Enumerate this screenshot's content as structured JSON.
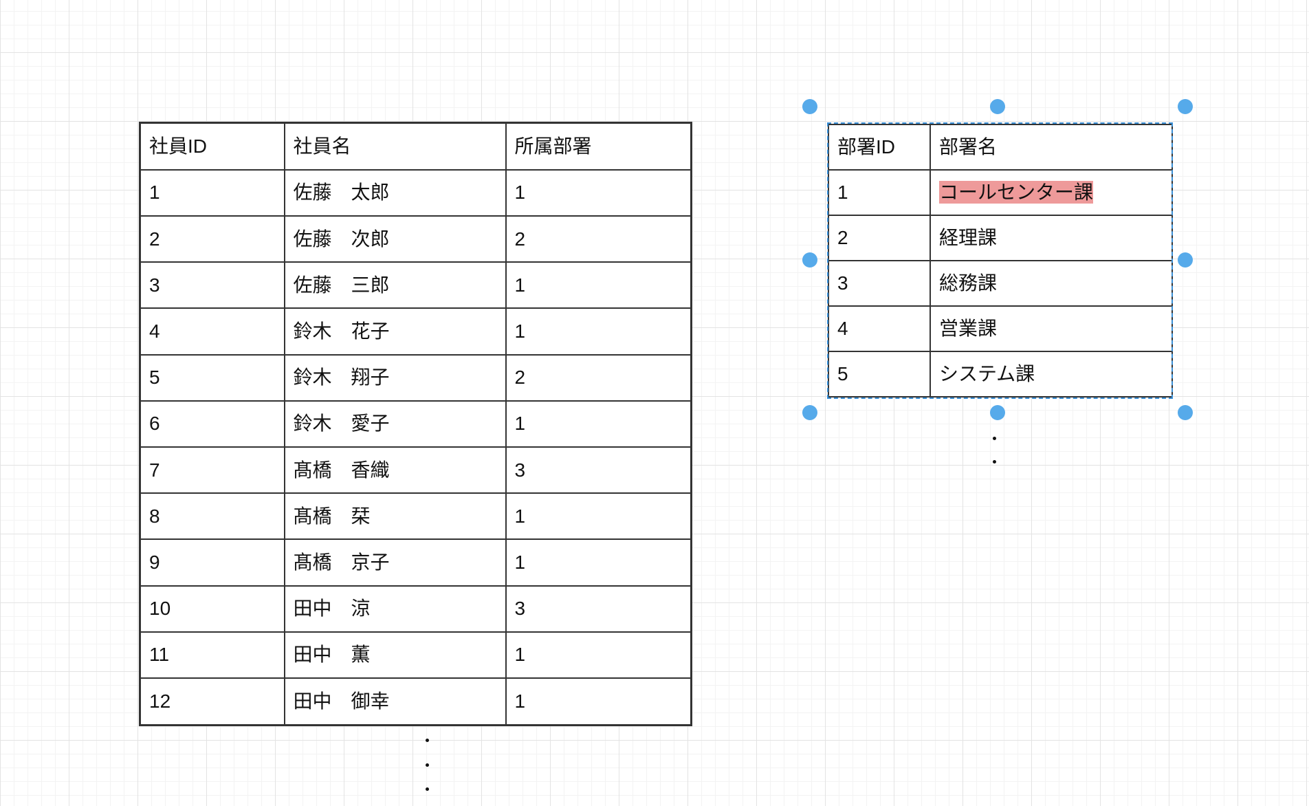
{
  "employee_table": {
    "headers": [
      "社員ID",
      "社員名",
      "所属部署"
    ],
    "rows": [
      [
        "1",
        "佐藤　太郎",
        "1"
      ],
      [
        "2",
        "佐藤　次郎",
        "2"
      ],
      [
        "3",
        "佐藤　三郎",
        "1"
      ],
      [
        "4",
        "鈴木　花子",
        "1"
      ],
      [
        "5",
        "鈴木　翔子",
        "2"
      ],
      [
        "6",
        "鈴木　愛子",
        "1"
      ],
      [
        "7",
        "髙橋　香織",
        "3"
      ],
      [
        "8",
        "髙橋　栞",
        "1"
      ],
      [
        "9",
        "髙橋　京子",
        "1"
      ],
      [
        "10",
        "田中　涼",
        "3"
      ],
      [
        "11",
        "田中　薫",
        "1"
      ],
      [
        "12",
        "田中　御幸",
        "1"
      ]
    ],
    "continuation": "⋮"
  },
  "department_table": {
    "headers": [
      "部署ID",
      "部署名"
    ],
    "rows": [
      [
        "1",
        "コールセンター課"
      ],
      [
        "2",
        "経理課"
      ],
      [
        "3",
        "総務課"
      ],
      [
        "4",
        "営業課"
      ],
      [
        "5",
        "システム課"
      ]
    ],
    "highlighted_cell": "コールセンター課",
    "highlight_color": "#ee9a9a",
    "continuation": "⋮"
  },
  "selection": {
    "target": "department_table",
    "handle_color": "#56aaea",
    "handle_count": 8
  }
}
